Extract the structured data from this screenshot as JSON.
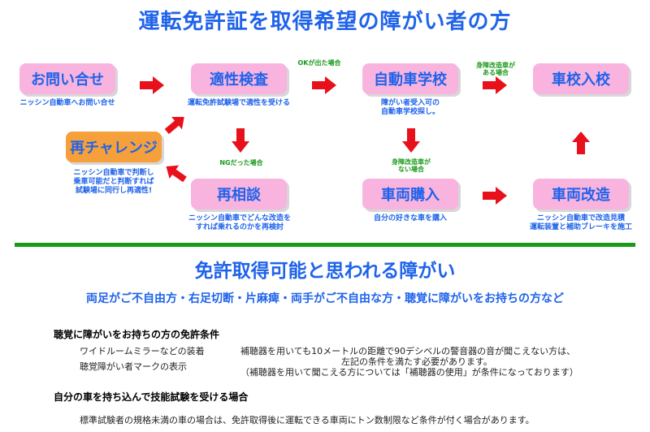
{
  "title": "運転免許証を取得希望の障がい者の方",
  "flow": {
    "inquiry": {
      "label": "お問い合せ",
      "caption": "ニッシン自動車へお問い合せ"
    },
    "aptitude": {
      "label": "適性検査",
      "caption": "運転免許試験場で適性を受ける"
    },
    "school": {
      "label": "自動車学校",
      "caption_lines": [
        "障がい者受入可の",
        "自動車学校探し。"
      ]
    },
    "school_entry": {
      "label": "車校入校"
    },
    "rechallenge": {
      "label": "再チャレンジ",
      "caption_lines": [
        "ニッシン自動車で判断し",
        "乗車可能だと判断すれば",
        "試験場に同行し再適性!"
      ]
    },
    "reconsult": {
      "label": "再相談",
      "caption_lines": [
        "ニッシン自動車でどんな改造を",
        "すれば乗れるのかを再検討"
      ]
    },
    "purchase": {
      "label": "車両購入",
      "caption": "自分の好きな車を購入"
    },
    "modification": {
      "label": "車両改造",
      "caption_lines": [
        "ニッシン自動車で改造見積",
        "運転装置と補助ブレーキを施工"
      ]
    },
    "notes": {
      "ok": "OKが出た場合",
      "ng": "NGだった場合",
      "mod_yes_lines": [
        "身障改造車が",
        "ある場合"
      ],
      "mod_no_lines": [
        "身障改造車が",
        "ない場合"
      ]
    }
  },
  "section2": {
    "title": "免許取得可能と思われる障がい",
    "subtitle": "両足がご不自由方・右足切断・片麻痺・両手がご不自由な方・聴覚に障がいをお持ちの方など"
  },
  "hearing": {
    "heading": "聴覚に障がいをお持ちの方の免許条件",
    "items": [
      "ワイドルームミラーなどの装着",
      "聴覚障がい者マークの表示"
    ],
    "desc_lines": [
      "補聴器を用いても10メートルの距離で90デシベルの警音器の音が聞こえない方は、",
      "左記の条件を満たす必要があります。",
      "（補聴器を用いて聞こえる方については「補聴器の使用」が条件になっております）"
    ]
  },
  "own_car": {
    "heading": "自分の車を持ち込んで技能試験を受ける場合",
    "text": "標準試験者の規格未満の車の場合は、免許取得後に運転できる車両にトン数制限など条件が付く場合があります。"
  },
  "colors": {
    "blue": "#1f63ea",
    "pink": "#f9b3df",
    "orange": "#f6a03c",
    "red": "#e8101a",
    "green": "#1a9a1a"
  }
}
